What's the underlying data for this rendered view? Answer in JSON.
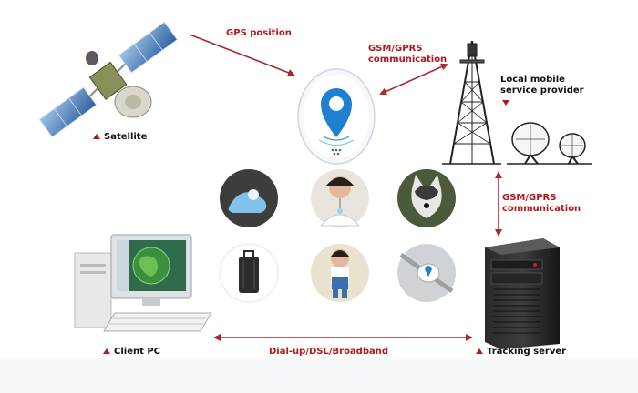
{
  "links": {
    "gps": "GPS position",
    "gsm_top": "GSM/GPRS communication",
    "gsm_right": "GSM/GPRS communication",
    "dialup": "Dial-up/DSL/Broadband"
  },
  "nodes": {
    "satellite": "Satellite",
    "provider": "Local mobile service provider",
    "client": "Client PC",
    "server": "Tracking server"
  },
  "use_cases": [
    {
      "icon": "shoe-icon"
    },
    {
      "icon": "child-icon"
    },
    {
      "icon": "dog-icon"
    },
    {
      "icon": "luggage-icon"
    },
    {
      "icon": "toddler-icon"
    },
    {
      "icon": "bike-mount-icon"
    }
  ],
  "colors": {
    "label_red": "#b0191e",
    "device_blue": "#1f7fd0",
    "arrow": "#a8282b"
  }
}
